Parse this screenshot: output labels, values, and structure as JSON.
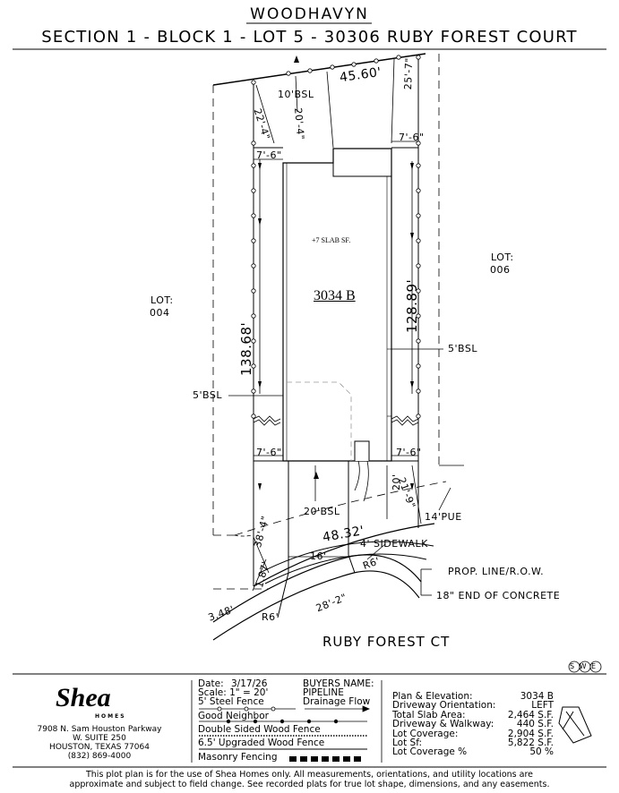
{
  "header": {
    "subdivision": "WOODHAVYN",
    "lot_description": "SECTION 1 - BLOCK 1 - LOT 5 - 30306 RUBY FOREST COURT"
  },
  "plan": {
    "front_width": "45.60'",
    "bsl_rear": "10'BSL",
    "dim_20_4": "20'-4\"",
    "dim_22_4": "22'-4\"",
    "dim_25_7": "25'-7\"",
    "dim_7_6_tl": "7'-6\"",
    "dim_7_6_tr": "7'-6\"",
    "slab": "+7 SLAB SF.",
    "plan_id": "3034 B",
    "left_depth": "138.68'",
    "right_depth": "128.89'",
    "bsl_right": "5'BSL",
    "bsl_left": "5'BSL",
    "dim_7_6_bl": "7'-6\"",
    "dim_7_6_br": "7'-6\"",
    "dim_20": "20'",
    "dim_21_9": "21'-9\"",
    "pue": "14'PUE",
    "bsl_front": "20'BSL",
    "dim_38_4": "38'-4\"",
    "frontage": "48.32'",
    "sidewalk": "4' SIDEWALK",
    "drive_width": "16'",
    "r6a": "R6'",
    "prop_line": "PROP. LINE/R.O.W.",
    "end_concrete": "18\" END OF CONCRETE",
    "dim_1_87": "1.87'",
    "dim_3_48": "3.48'",
    "r6b": "R6'",
    "dim_28_2": "28'-2\"",
    "street": "RUBY FOREST CT",
    "lot_left_label": "LOT:",
    "lot_left_num": "004",
    "lot_right_label": "LOT:",
    "lot_right_num": "006",
    "swe": "SWE"
  },
  "footer": {
    "logo_text": "Shea",
    "logo_sub": "HOMES",
    "address1": "7908 N. Sam Houston Parkway",
    "address2": "W. SUITE 250",
    "address3": "HOUSTON, TEXAS 77064",
    "phone": "(832) 869-4000",
    "date_label": "Date:",
    "date": "3/17/26",
    "scale_label": "Scale: 1\" = 20'",
    "buyers_label": "BUYERS NAME:",
    "buyers_name": "PIPELINE",
    "steel_fence": "5' Steel Fence",
    "drainage": "Drainage Flow",
    "good_neighbor": "Good Neighbor",
    "double_sided": "Double Sided Wood Fence",
    "upgraded": "6.5' Upgraded Wood Fence",
    "masonry": "Masonry Fencing",
    "stats": [
      {
        "label": "Plan & Elevation:",
        "value": "3034 B"
      },
      {
        "label": "Driveway Orientation:",
        "value": "LEFT"
      },
      {
        "label": "Total Slab Area:",
        "value": "2,464 S.F."
      },
      {
        "label": "Driveway & Walkway:",
        "value": "440 S.F."
      },
      {
        "label": "Lot Coverage:",
        "value": "2,904 S.F."
      },
      {
        "label": "Lot Sf:",
        "value": "5,822 S.F."
      },
      {
        "label": "Lot Coverage %",
        "value": "50 %"
      }
    ],
    "disclaimer1": "This plot plan is for the use of Shea Homes only. All measurements, orientations, and utility locations are",
    "disclaimer2": "approximate and subject to field change. See recorded plats for true lot shape, dimensions, and any easements."
  }
}
